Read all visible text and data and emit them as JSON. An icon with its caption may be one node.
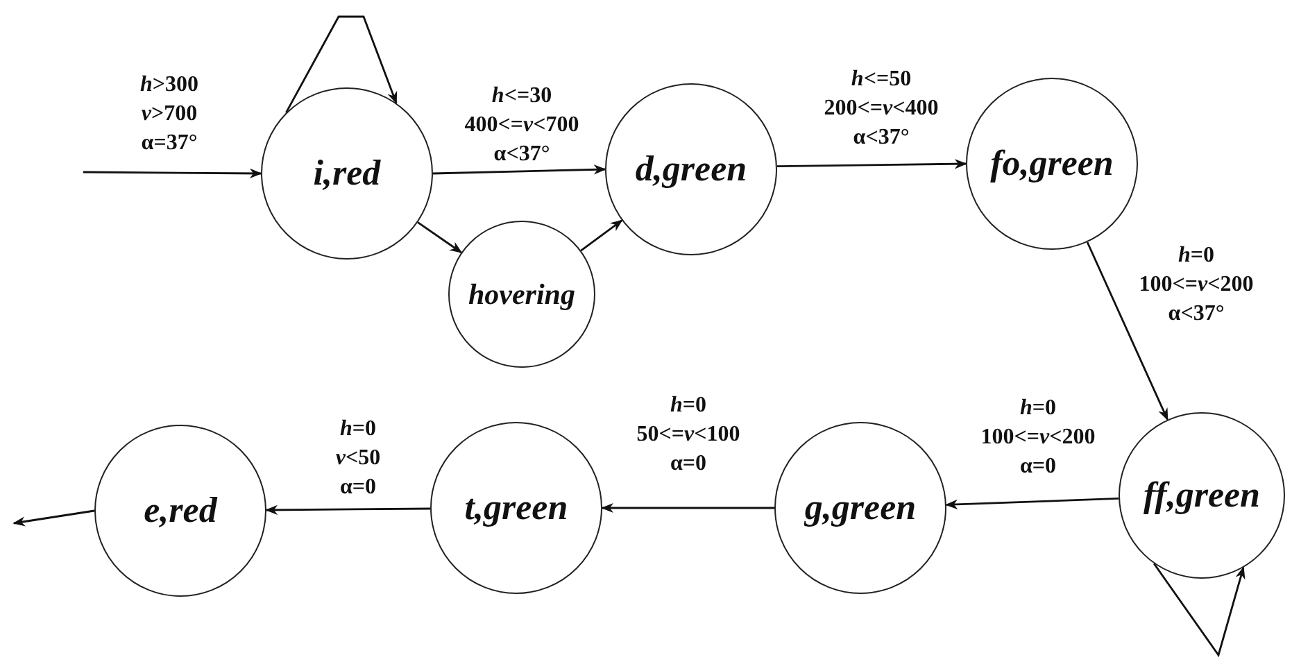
{
  "diagram": {
    "nodes": [
      {
        "text": [
          "i,red"
        ]
      },
      {
        "text": [
          "d,green"
        ]
      },
      {
        "text": [
          "hovering"
        ]
      },
      {
        "text": [
          "fo,green"
        ]
      },
      {
        "text": [
          "ff,green"
        ]
      },
      {
        "text": [
          "g,green"
        ]
      },
      {
        "text": [
          "t,green"
        ]
      },
      {
        "text": [
          "e,red"
        ]
      }
    ],
    "edges": [
      {
        "from": null,
        "to": 0,
        "arrow": "to",
        "label": "*h*>300 *v*>700 α=37°"
      },
      {
        "from": 0,
        "to": 0,
        "arrow": "to"
      },
      {
        "from": 0,
        "to": 1,
        "arrow": "to",
        "label": "*h*<=30 400<=*v*<700 α<37°"
      },
      {
        "from": 0,
        "to": 2,
        "arrow": "to"
      },
      {
        "from": 2,
        "to": 1,
        "arrow": "to"
      },
      {
        "from": 1,
        "to": 3,
        "arrow": "to",
        "label": "*h*<=50 200<=*v*<400 α<37°"
      },
      {
        "from": 3,
        "to": 4,
        "arrow": "to",
        "label": "*h*=0 100<=*v*<200 α<37°"
      },
      {
        "from": 4,
        "to": 4,
        "arrow": "to"
      },
      {
        "from": 4,
        "to": 5,
        "arrow": "to",
        "label": "*h*=0 100<=*v*<200 α=0"
      },
      {
        "from": 5,
        "to": 6,
        "arrow": "to",
        "label": "*h*=0 50<=*v*<100 α=0"
      },
      {
        "from": 6,
        "to": 7,
        "arrow": "to",
        "label": "*h*=0 *v*<50 α=0"
      },
      {
        "from": 7,
        "to": null,
        "arrow": "to"
      }
    ]
  }
}
